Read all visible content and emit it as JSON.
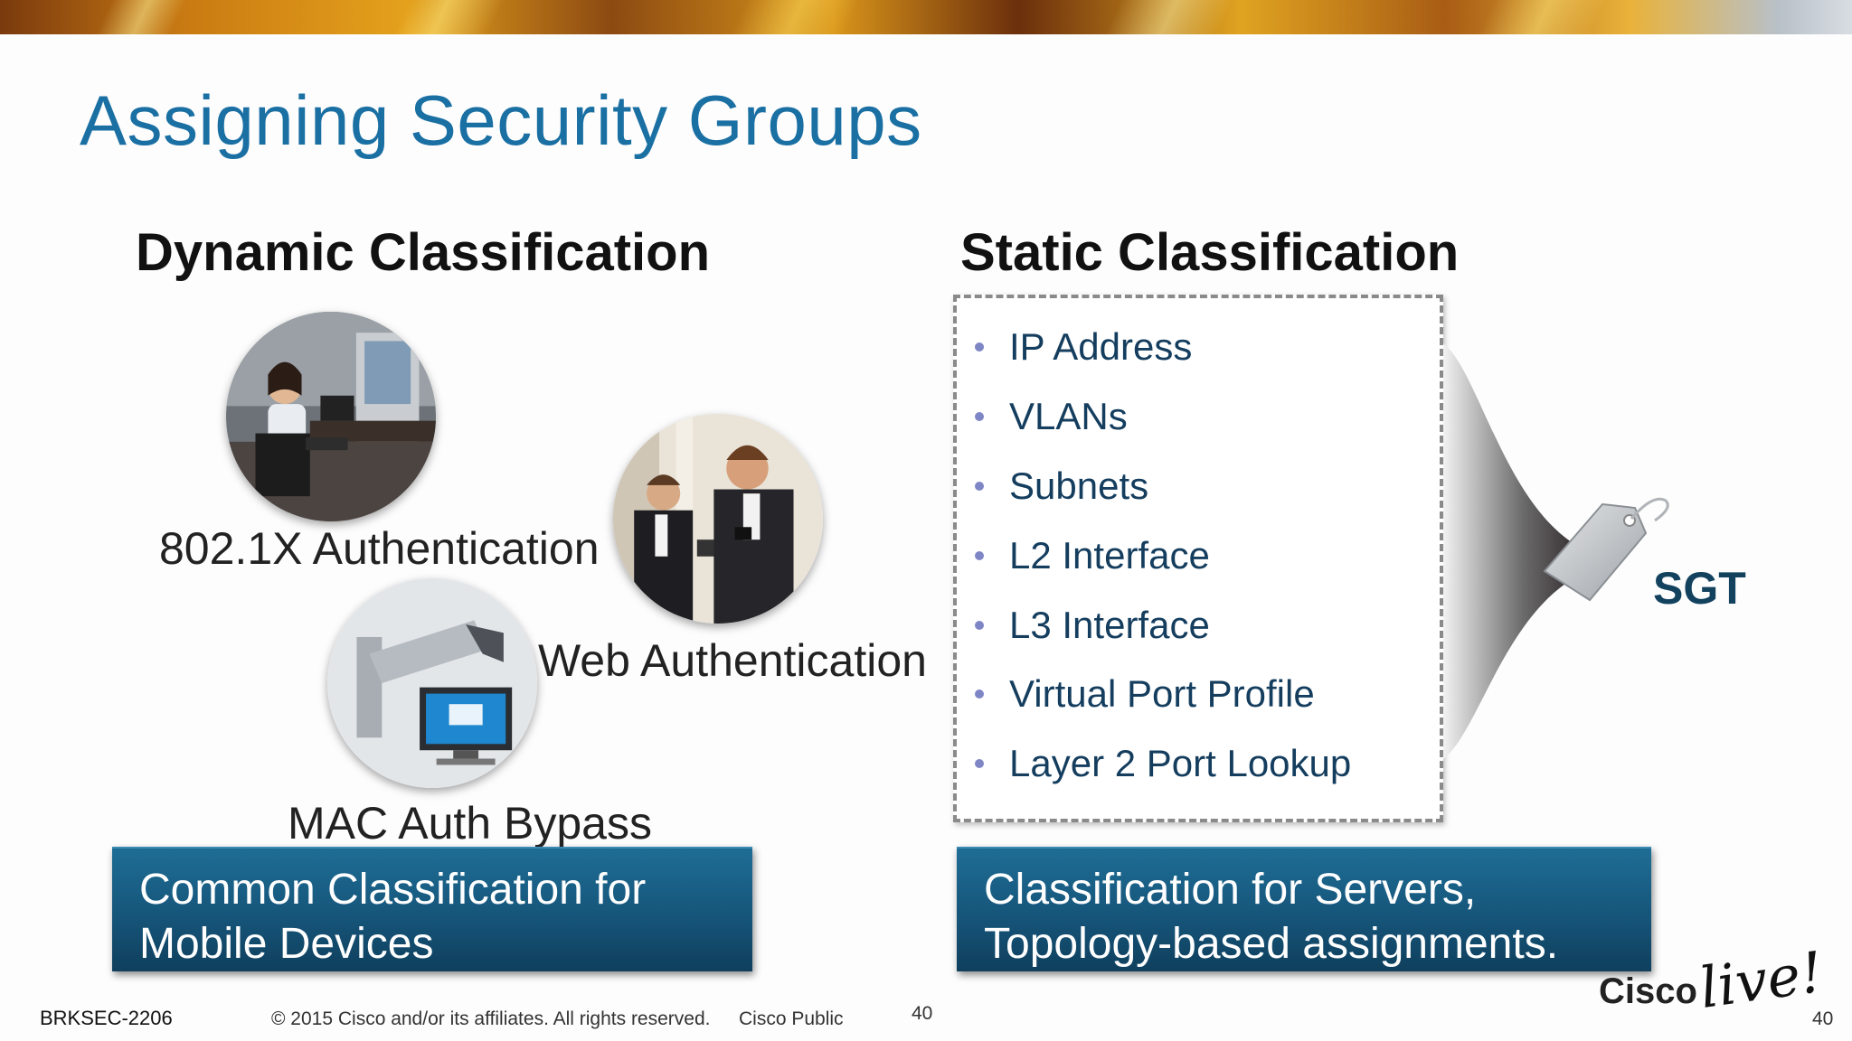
{
  "slide": {
    "title": "Assigning Security Groups",
    "dynamic": {
      "heading": "Dynamic Classification",
      "methods": [
        {
          "label": "802.1X Authentication"
        },
        {
          "label": "Web Authentication"
        },
        {
          "label": "MAC Auth Bypass"
        }
      ],
      "callout": [
        "Common Classification for",
        "Mobile Devices"
      ]
    },
    "static": {
      "heading": "Static Classification",
      "items": [
        "IP Address",
        "VLANs",
        "Subnets",
        "L2 Interface",
        "L3 Interface",
        "Virtual Port Profile",
        "Layer 2 Port Lookup"
      ],
      "callout": [
        "Classification for Servers,",
        "Topology-based assignments."
      ]
    },
    "sgt_label": "SGT"
  },
  "footer": {
    "session_id": "BRKSEC-2206",
    "copyright": "© 2015 Cisco and/or its affiliates. All rights reserved.",
    "classification": "Cisco Public",
    "page_number": "40",
    "page_number_right": "40"
  },
  "logo": {
    "brand": "Cisco",
    "event": "live!"
  },
  "colors": {
    "title": "#1a6fa3",
    "callout": "#16557a",
    "list_text": "#143d5e",
    "bullet": "#7f86c6",
    "sgt": "#13425f"
  },
  "icons": [
    "office-worker-photo",
    "mobile-users-photo",
    "camera-device-photo",
    "funnel-shape",
    "tag-icon"
  ]
}
